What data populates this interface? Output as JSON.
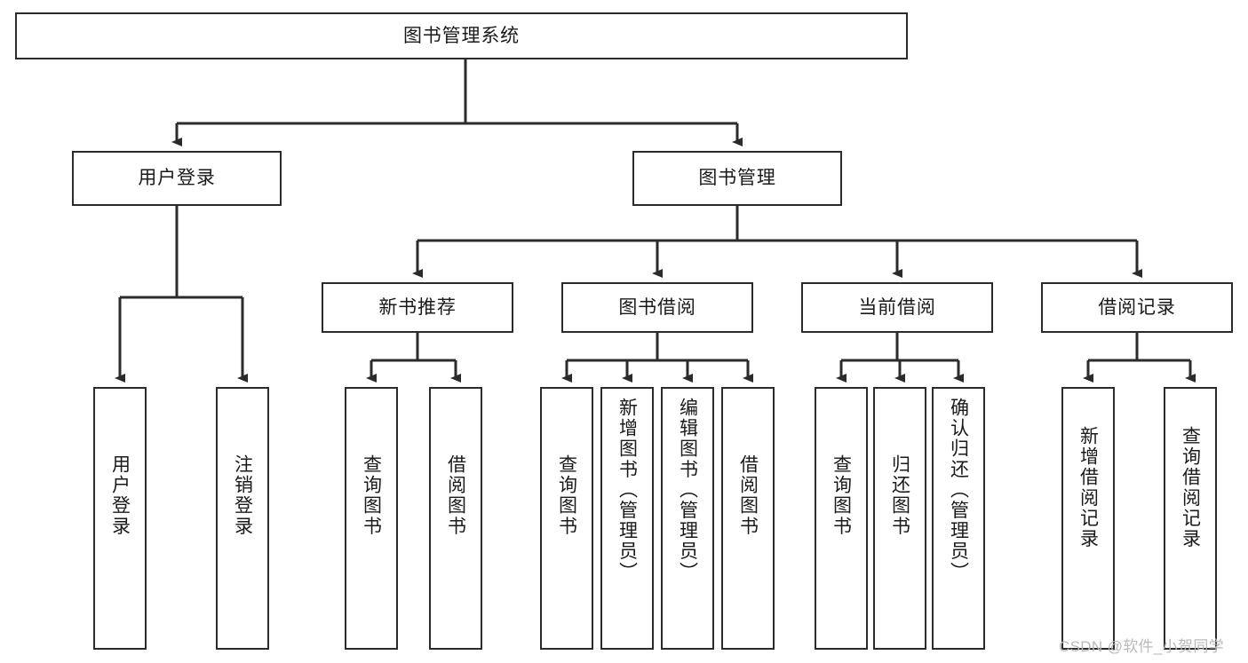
{
  "diagram": {
    "type": "tree-hierarchy",
    "title": "图书管理系统",
    "watermark": "CSDN @软件_小贺同学",
    "colors": {
      "stroke": "#2b2b2b",
      "fill": "#ffffff",
      "text": "#1a1a1a",
      "watermark": "#b9b9b9"
    },
    "levels": {
      "root": {
        "label": "图书管理系统"
      },
      "level2": [
        {
          "id": "user-login",
          "label": "用户登录"
        },
        {
          "id": "book-management",
          "label": "图书管理"
        }
      ],
      "level3": [
        {
          "id": "new-book-recommend",
          "label": "新书推荐",
          "parent": "book-management"
        },
        {
          "id": "book-borrow",
          "label": "图书借阅",
          "parent": "book-management"
        },
        {
          "id": "current-borrow",
          "label": "当前借阅",
          "parent": "book-management"
        },
        {
          "id": "borrow-record",
          "label": "借阅记录",
          "parent": "book-management"
        }
      ],
      "leaves": [
        {
          "id": "leaf-user-login",
          "label": "用户登录",
          "parent": "user-login"
        },
        {
          "id": "leaf-logout-login",
          "label": "注销登录",
          "parent": "user-login"
        },
        {
          "id": "leaf-query-book-1",
          "label": "查询图书",
          "parent": "new-book-recommend"
        },
        {
          "id": "leaf-borrow-book-1",
          "label": "借阅图书",
          "parent": "new-book-recommend"
        },
        {
          "id": "leaf-query-book-2",
          "label": "查询图书",
          "parent": "book-borrow"
        },
        {
          "id": "leaf-add-book",
          "label": "新增图书（管理员）",
          "parent": "book-borrow"
        },
        {
          "id": "leaf-edit-book",
          "label": "编辑图书（管理员）",
          "parent": "book-borrow"
        },
        {
          "id": "leaf-borrow-book-2",
          "label": "借阅图书",
          "parent": "book-borrow"
        },
        {
          "id": "leaf-query-book-3",
          "label": "查询图书",
          "parent": "current-borrow"
        },
        {
          "id": "leaf-return-book",
          "label": "归还图书",
          "parent": "current-borrow"
        },
        {
          "id": "leaf-confirm-return",
          "label": "确认归还（管理员）",
          "parent": "current-borrow"
        },
        {
          "id": "leaf-add-record",
          "label": "新增借阅记录",
          "parent": "borrow-record"
        },
        {
          "id": "leaf-query-record",
          "label": "查询借阅记录",
          "parent": "borrow-record"
        }
      ]
    }
  }
}
